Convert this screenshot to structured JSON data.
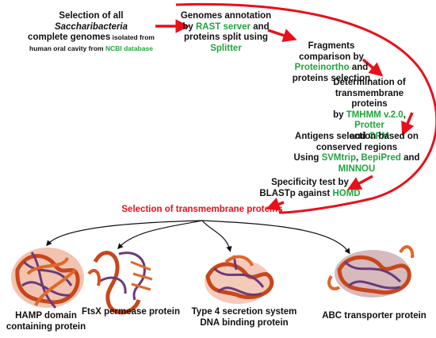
{
  "steps": {
    "s1": {
      "l1": "Selection of all",
      "l1_italic": "Saccharibacteria",
      "l2a": "complete genomes",
      "l2b": " isolated from",
      "l3a": "human oral cavity from ",
      "l3b": "NCBI database"
    },
    "s2": {
      "l1": "Genomes annotation",
      "l2a": "by ",
      "l2b": "RAST server",
      "l2c": " and",
      "l3": "proteins split using",
      "l4": "Splitter"
    },
    "s3": {
      "l1": "Fragments",
      "l2": "comparison by",
      "l3": "Proteinortho",
      "l3b": " and",
      "l4": "proteins selection"
    },
    "s4": {
      "l1": "Determination of",
      "l2": "transmembrane proteins",
      "l3a": "by ",
      "l3b": "TMHMM v.2.0",
      "l3c": ", ",
      "l3d": "Protter",
      "l4a": "and ",
      "l4b": "OPM"
    },
    "s5": {
      "l1": "Antigens selection based on",
      "l2": "conserved regions",
      "l3a": "Using ",
      "l3b": "SVMtrip",
      "l3c": ", ",
      "l3d": "BepiPred",
      "l3e": " and",
      "l4": "MINNOU"
    },
    "s6": {
      "l1": "Specificity test by",
      "l2a": "BLASTp against ",
      "l2b": "HOMD"
    }
  },
  "result_title": "Selection of transmembrane proteins",
  "proteins": [
    {
      "l1": "HAMP domain",
      "l2": "containing protein"
    },
    {
      "l1": "FtsX permease protein"
    },
    {
      "l1": "Type 4 secretion system",
      "l2": "DNA binding protein"
    },
    {
      "l1": "ABC transporter protein"
    }
  ],
  "colors": {
    "arrow_red": "#e8101a",
    "tool_green": "#21a43f",
    "protein_orange": "#d9531e",
    "protein_purple": "#6b3a78"
  }
}
